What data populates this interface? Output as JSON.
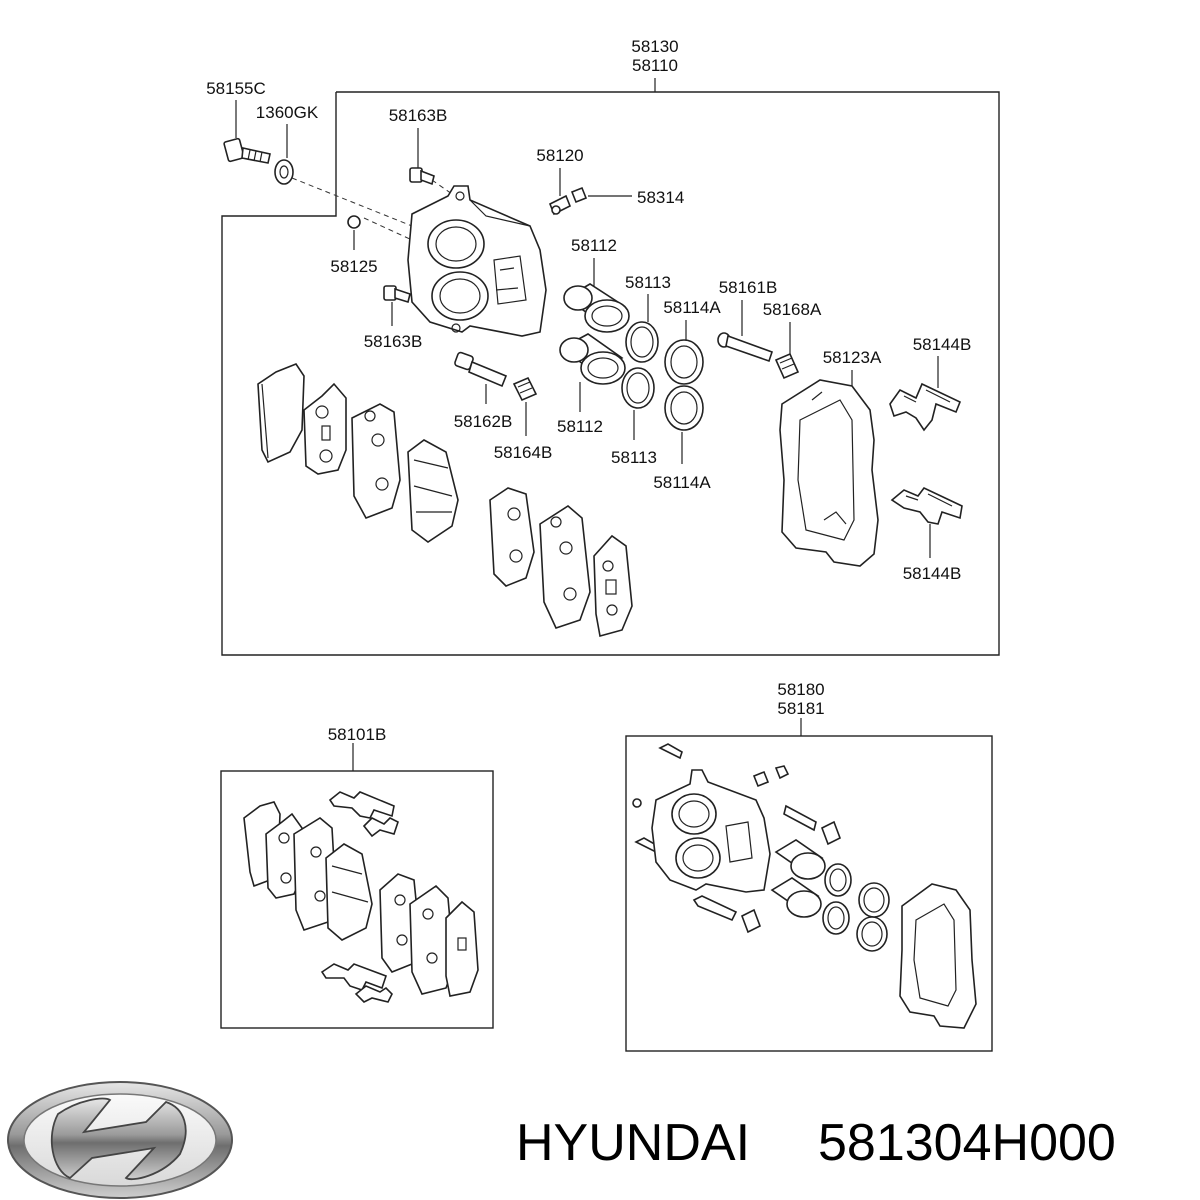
{
  "labels": {
    "top_a": "58130",
    "top_b": "58110",
    "l58155C": "58155C",
    "l1360GK": "1360GK",
    "l58163B_top": "58163B",
    "l58120": "58120",
    "l58314": "58314",
    "l58125": "58125",
    "l58112_top": "58112",
    "l58113_top": "58113",
    "l58114A_top": "58114A",
    "l58161B": "58161B",
    "l58168A": "58168A",
    "l58123A": "58123A",
    "l58144B_top": "58144B",
    "l58163B_bottom": "58163B",
    "l58162B": "58162B",
    "l58164B": "58164B",
    "l58112_bottom": "58112",
    "l58113_bottom": "58113",
    "l58114A_bottom": "58114A",
    "l58144B_bottom": "58144B",
    "l58101B": "58101B",
    "l58180": "58180",
    "l58181": "58181"
  },
  "footer": {
    "brand": "HYUNDAI",
    "part_number": "581304H000"
  },
  "icons": {
    "logo": "hyundai-logo-icon"
  }
}
